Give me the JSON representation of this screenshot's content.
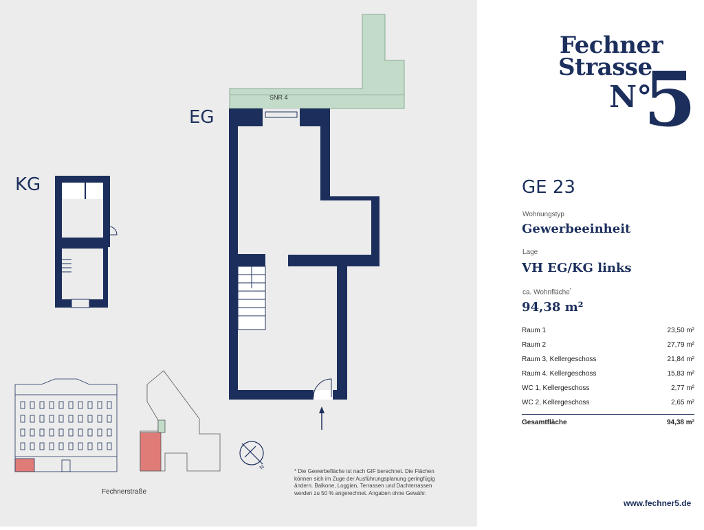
{
  "floors": {
    "eg": "EG",
    "kg": "KG",
    "snr": "SNR 4"
  },
  "logo": {
    "line1": "Fechner",
    "line2": "Strasse",
    "no": "N°",
    "five": "5"
  },
  "unit": {
    "title": "GE 23"
  },
  "fields": {
    "type_label": "Wohnungstyp",
    "type_value": "Gewerbeeinheit",
    "location_label": "Lage",
    "location_value": "VH EG/KG links",
    "area_label": "ca. Wohnfläche",
    "area_mark": "*",
    "area_value": "94,38 m²"
  },
  "rooms": [
    {
      "name": "Raum 1",
      "area": "23,50 m²"
    },
    {
      "name": "Raum 2",
      "area": "27,79 m²"
    },
    {
      "name": "Raum 3, Kellergeschoss",
      "area": "21,84 m²"
    },
    {
      "name": "Raum 4, Kellergeschoss",
      "area": "15,83 m²"
    },
    {
      "name": "WC 1, Kellergeschoss",
      "area": "2,77 m²"
    },
    {
      "name": "WC 2, Kellergeschoss",
      "area": "2,65 m²"
    }
  ],
  "total": {
    "name": "Gesamtfläche",
    "area": "94,38 m²"
  },
  "footnote": "* Die Gewerbefläche ist nach GIF berechnet. Die Flächen können sich im Zuge der Ausführungs­planung geringfügig ändern. Balkone, Loggien, Terrassen und Dachterrassen werden zu 50 % angerechnet. Angaben ohne Gewähr.",
  "street": "Fechnerstraße",
  "compass": "N",
  "website": "www.fechner5.de",
  "colors": {
    "navy": "#1c2f5c",
    "green": "#c2dcc9",
    "highlight": "#e07c78",
    "background": "#ececec"
  }
}
